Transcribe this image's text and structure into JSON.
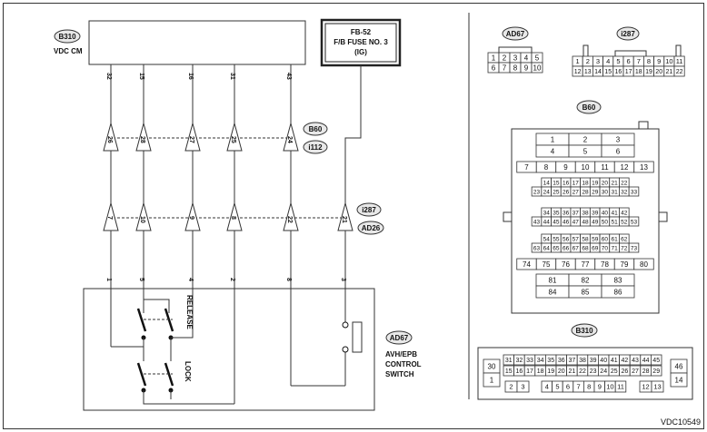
{
  "diagram_id": "VDC10549",
  "vdc": {
    "code": "B310",
    "name": "VDC CM",
    "pins": [
      "32",
      "15",
      "16",
      "31",
      "43"
    ]
  },
  "fuse": {
    "line1": "FB-52",
    "line2": "F/B FUSE NO. 3",
    "line3": "(IG)"
  },
  "connectors_row1": {
    "codes": [
      "B60",
      "i112"
    ],
    "pins": [
      "26",
      "28",
      "27",
      "25",
      "24"
    ]
  },
  "connectors_row2": {
    "codes": [
      "i287",
      "AD26"
    ],
    "pins": [
      "7",
      "10",
      "9",
      "8",
      "22",
      "21"
    ]
  },
  "switch_pins": [
    "1",
    "5",
    "4",
    "2",
    "8",
    "3"
  ],
  "switch": {
    "code": "AD67",
    "line1": "AVH/EPB",
    "line2": "CONTROL",
    "line3": "SWITCH",
    "release": "RELEASE",
    "lock": "LOCK"
  },
  "ad67": {
    "code": "AD67",
    "row1": [
      "1",
      "2",
      "3",
      "4",
      "5"
    ],
    "row2": [
      "6",
      "7",
      "8",
      "9",
      "10"
    ]
  },
  "i287": {
    "code": "i287",
    "row1": [
      "1",
      "2",
      "3",
      "4",
      "5",
      "6",
      "7",
      "8",
      "9",
      "10",
      "11"
    ],
    "row2": [
      "12",
      "13",
      "14",
      "15",
      "16",
      "17",
      "18",
      "19",
      "20",
      "21",
      "22"
    ]
  },
  "b60": {
    "code": "B60",
    "rows": [
      [
        "1",
        "2",
        "3"
      ],
      [
        "4",
        "5",
        "6"
      ],
      [
        "7",
        "8",
        "9",
        "10",
        "11",
        "12",
        "13"
      ],
      [
        "14",
        "15",
        "16",
        "17",
        "18",
        "19",
        "20",
        "21",
        "22"
      ],
      [
        "23",
        "24",
        "25",
        "26",
        "27",
        "28",
        "29",
        "30",
        "31",
        "32",
        "33"
      ],
      [
        "34",
        "35",
        "36",
        "37",
        "38",
        "39",
        "40",
        "41",
        "42"
      ],
      [
        "43",
        "44",
        "45",
        "46",
        "47",
        "48",
        "49",
        "50",
        "51",
        "52",
        "53"
      ],
      [
        "54",
        "55",
        "56",
        "57",
        "58",
        "59",
        "60",
        "61",
        "62"
      ],
      [
        "63",
        "64",
        "65",
        "66",
        "67",
        "68",
        "69",
        "70",
        "71",
        "72",
        "73"
      ],
      [
        "74",
        "75",
        "76",
        "77",
        "78",
        "79",
        "80"
      ],
      [
        "81",
        "82",
        "83"
      ],
      [
        "84",
        "85",
        "86"
      ]
    ]
  },
  "b310": {
    "code": "B310",
    "left_top": "30",
    "left_bottom": "1",
    "row1": [
      "31",
      "32",
      "33",
      "34",
      "35",
      "36",
      "37",
      "38",
      "39",
      "40",
      "41",
      "42",
      "43",
      "44",
      "45"
    ],
    "row2": [
      "15",
      "16",
      "17",
      "18",
      "19",
      "20",
      "21",
      "22",
      "23",
      "24",
      "25",
      "26",
      "27",
      "28",
      "29"
    ],
    "row3a": [
      "2",
      "3"
    ],
    "row3b": [
      "4",
      "5",
      "6",
      "7",
      "8",
      "9",
      "10",
      "11"
    ],
    "row3c": [
      "12",
      "13"
    ],
    "right_top": "46",
    "right_bottom": "14"
  }
}
